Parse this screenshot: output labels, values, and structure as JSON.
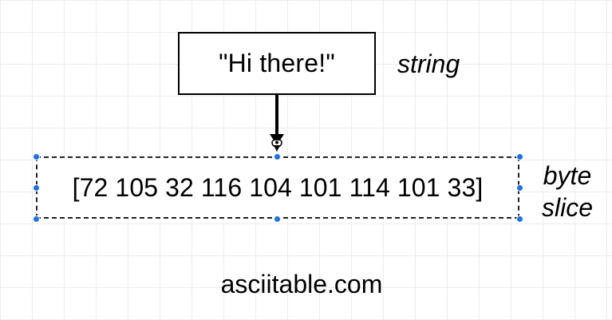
{
  "diagram": {
    "string_box": {
      "text": "\"Hi there!\""
    },
    "string_label": "string",
    "slice_box": {
      "text": "[72 105 32 116 104 101 114 101 33]"
    },
    "slice_label": {
      "line1": "byte",
      "line2": "slice"
    },
    "caption": "asciitable.com",
    "colors": {
      "stroke": "#000000",
      "handle": "#1a73e8",
      "grid": "#ececec"
    },
    "icons": {
      "connector": "arrow-down-icon",
      "anchor": "connection-anchor-icon",
      "handles": "selection-handle-icon"
    }
  }
}
